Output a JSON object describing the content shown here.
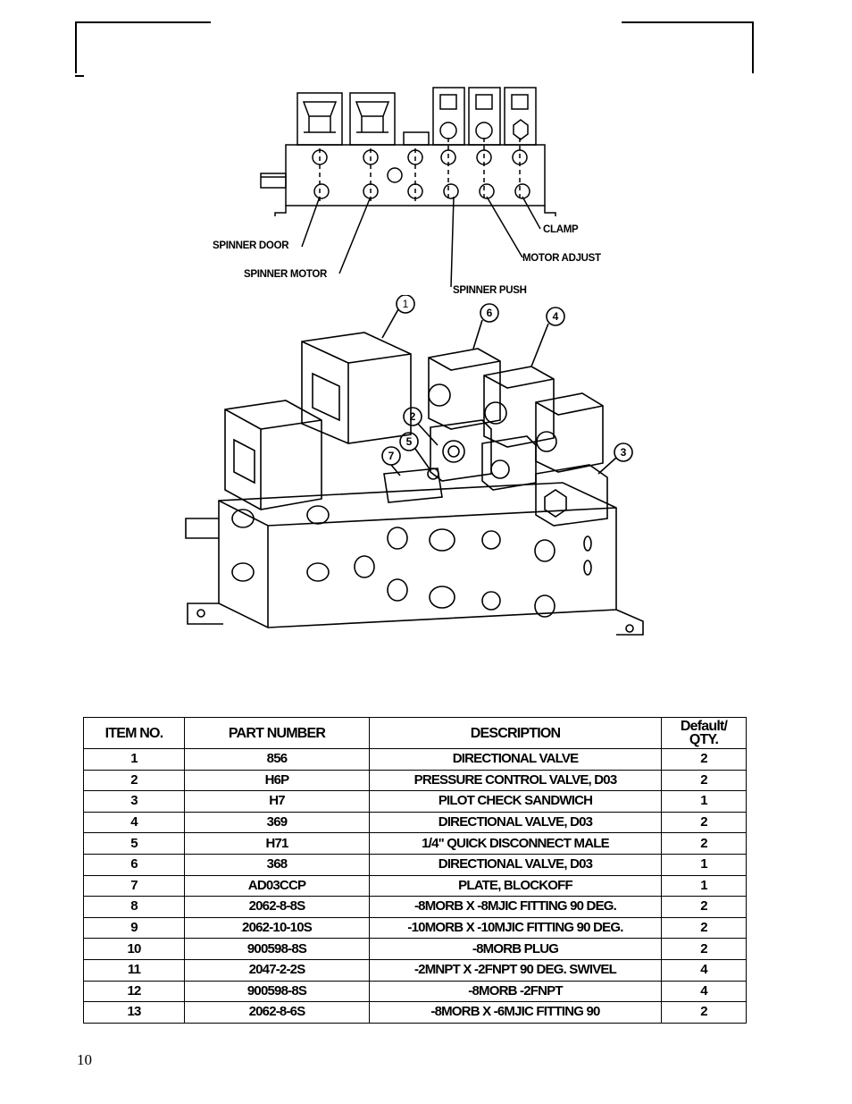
{
  "callouts": {
    "spinner_door": "SPINNER DOOR",
    "spinner_motor": "SPINNER MOTOR",
    "spinner_push": "SPINNER PUSH",
    "clamp": "CLAMP",
    "motor_adjust": "MOTOR ADJUST"
  },
  "balloons": [
    "1",
    "2",
    "3",
    "4",
    "5",
    "6",
    "7"
  ],
  "table": {
    "headers": {
      "item": "ITEM NO.",
      "part": "PART NUMBER",
      "desc": "DESCRIPTION",
      "qty_line1": "Default/",
      "qty_line2": "QTY."
    },
    "rows": [
      {
        "item": "1",
        "part": "856",
        "desc": "DIRECTIONAL VALVE",
        "qty": "2"
      },
      {
        "item": "2",
        "part": "H6P",
        "desc": "PRESSURE CONTROL VALVE, D03",
        "qty": "2"
      },
      {
        "item": "3",
        "part": "H7",
        "desc": "PILOT CHECK SANDWICH",
        "qty": "1"
      },
      {
        "item": "4",
        "part": "369",
        "desc": "DIRECTIONAL VALVE, D03",
        "qty": "2"
      },
      {
        "item": "5",
        "part": "H71",
        "desc": "1/4\" QUICK DISCONNECT MALE",
        "qty": "2"
      },
      {
        "item": "6",
        "part": "368",
        "desc": "DIRECTIONAL VALVE, D03",
        "qty": "1"
      },
      {
        "item": "7",
        "part": "AD03CCP",
        "desc": "PLATE, BLOCKOFF",
        "qty": "1"
      },
      {
        "item": "8",
        "part": "2062-8-8S",
        "desc": "-8MORB X -8MJIC FITTING 90 DEG.",
        "qty": "2"
      },
      {
        "item": "9",
        "part": "2062-10-10S",
        "desc": "-10MORB X -10MJIC FITTING 90 DEG.",
        "qty": "2"
      },
      {
        "item": "10",
        "part": "900598-8S",
        "desc": "-8MORB PLUG",
        "qty": "2"
      },
      {
        "item": "11",
        "part": "2047-2-2S",
        "desc": "-2MNPT X -2FNPT 90 DEG. SWIVEL",
        "qty": "4"
      },
      {
        "item": "12",
        "part": "900598-8S",
        "desc": "-8MORB -2FNPT",
        "qty": "4"
      },
      {
        "item": "13",
        "part": "2062-8-6S",
        "desc": "-8MORB X -6MJIC FITTING 90",
        "qty": "2"
      }
    ]
  },
  "page_number": "10"
}
